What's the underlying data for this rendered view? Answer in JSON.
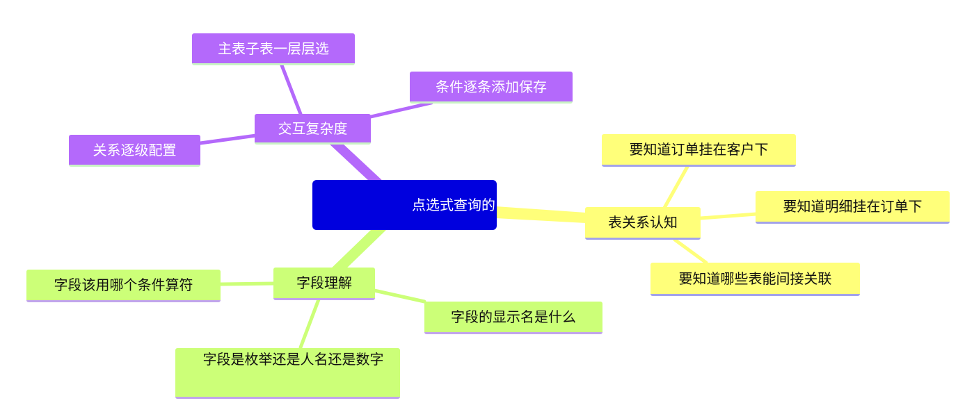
{
  "center": {
    "label": "点选式查询的"
  },
  "branches": {
    "interaction": {
      "label": "交互复杂度",
      "color": "#b469fb",
      "children": [
        "主表子表一层层选",
        "条件逐条添加保存",
        "关系逐级配置"
      ]
    },
    "relations": {
      "label": "表关系认知",
      "color": "#ffff7a",
      "children": [
        "要知道订单挂在客户下",
        "要知道明细挂在订单下",
        "要知道哪些表能间接关联"
      ]
    },
    "fields": {
      "label": "字段理解",
      "color": "#ccff78",
      "children": [
        "字段该用哪个条件算符",
        "字段的显示名是什么",
        "字段是枚举还是人名还是数字"
      ]
    }
  }
}
